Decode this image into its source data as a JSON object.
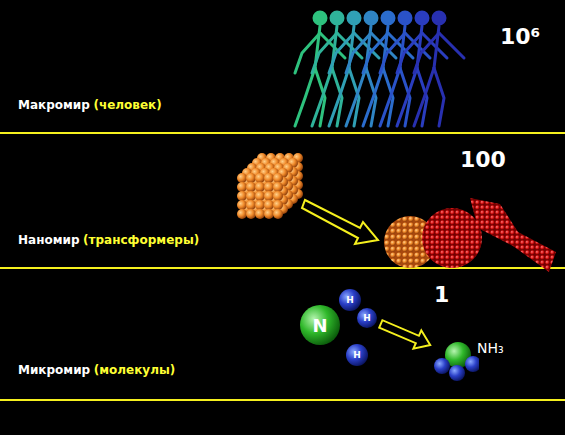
{
  "diagram": {
    "nodes": [
      {
        "text": [
          "Макромир",
          "(человек)",
          "10⁶"
        ]
      },
      {
        "text": [
          "Наномир",
          "(трансформеры)",
          "100"
        ]
      },
      {
        "text": [
          "Микромир",
          "(молекулы)",
          "1"
        ]
      },
      {
        "text": [
          "N"
        ],
        "in": 2
      },
      {
        "text": [
          "H"
        ],
        "in": 2
      },
      {
        "text": [
          "H"
        ],
        "in": 2
      },
      {
        "text": [
          "H"
        ],
        "in": 2
      },
      {
        "text": [
          "NH₃"
        ],
        "in": 2
      }
    ],
    "edges": [
      {
        "from": 5,
        "to": 7,
        "arrow": "to"
      }
    ]
  }
}
